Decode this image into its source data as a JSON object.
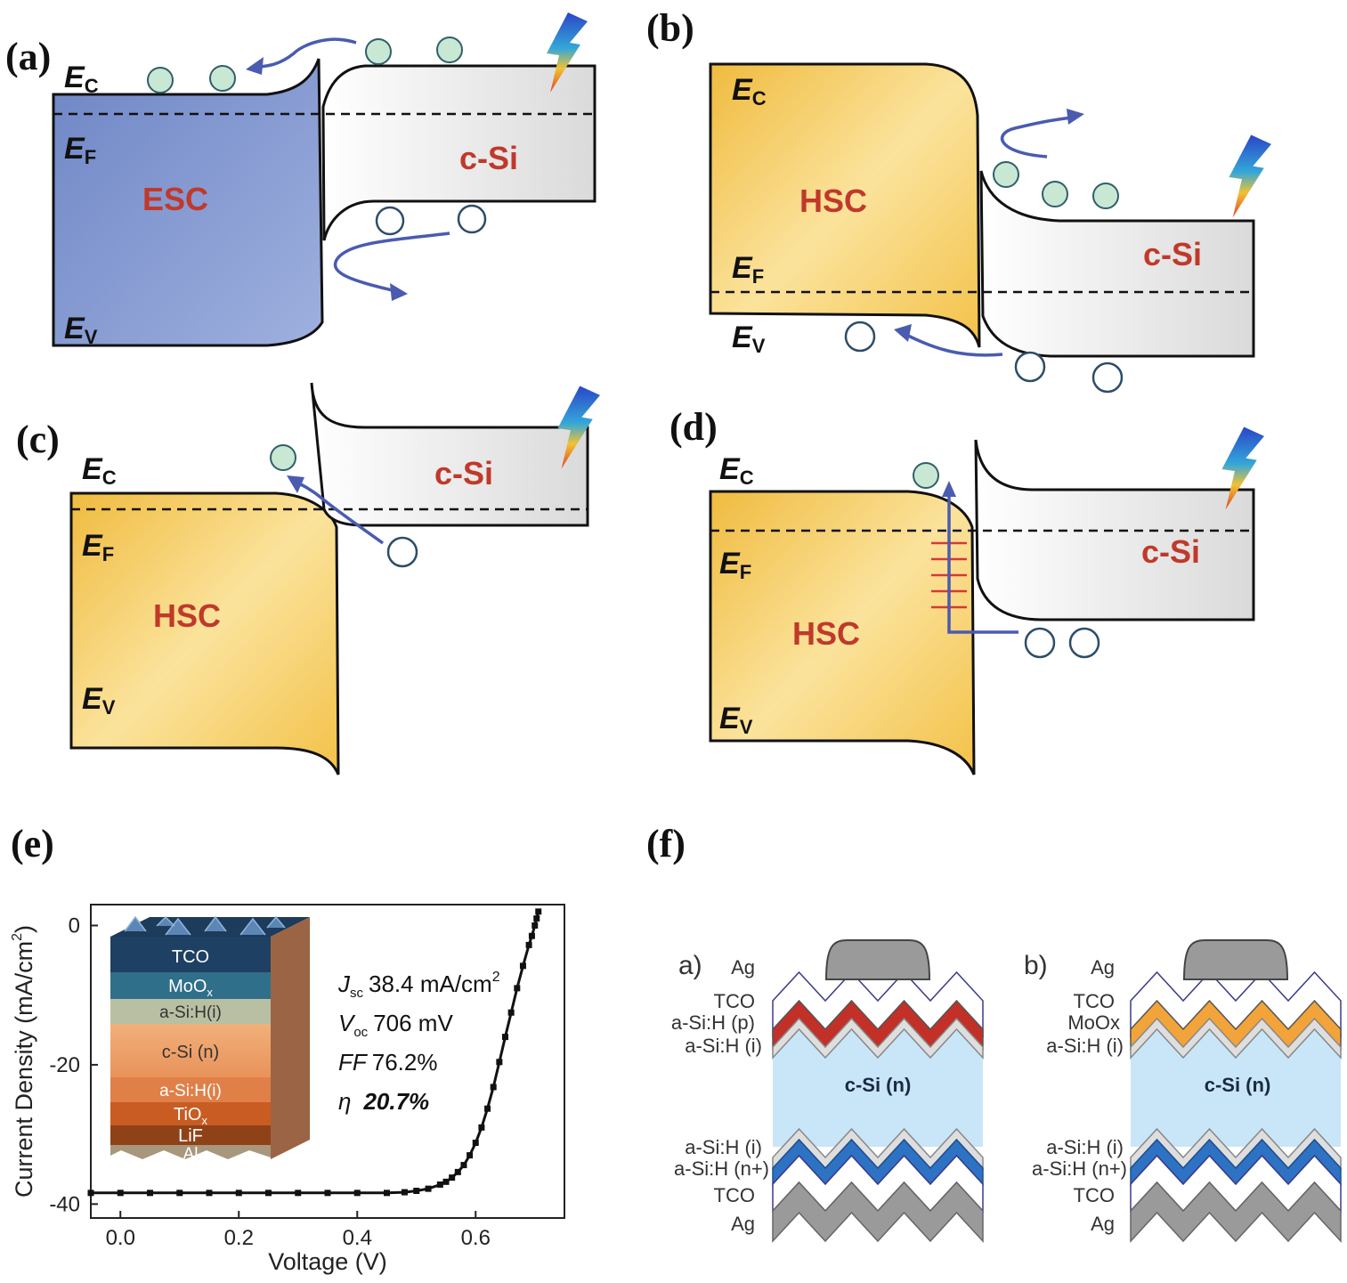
{
  "panels": {
    "a": {
      "label": "(a)",
      "ec": "E",
      "ec_sub": "C",
      "ef": "E",
      "ef_sub": "F",
      "ev": "E",
      "ev_sub": "V",
      "left": "ESC",
      "right": "c-Si"
    },
    "b": {
      "label": "(b)",
      "ec": "E",
      "ec_sub": "C",
      "ef": "E",
      "ef_sub": "F",
      "ev": "E",
      "ev_sub": "V",
      "left": "HSC",
      "right": "c-Si"
    },
    "c": {
      "label": "(c)",
      "ec": "E",
      "ec_sub": "C",
      "ef": "E",
      "ef_sub": "F",
      "ev": "E",
      "ev_sub": "V",
      "left": "HSC",
      "right": "c-Si"
    },
    "d": {
      "label": "(d)",
      "ec": "E",
      "ec_sub": "C",
      "ef": "E",
      "ef_sub": "F",
      "ev": "E",
      "ev_sub": "V",
      "left": "HSC",
      "right": "c-Si"
    },
    "e": {
      "label": "(e)"
    },
    "f": {
      "label": "(f)"
    }
  },
  "colors": {
    "esc_blue": "#7e94cf",
    "hsc_yellow": "#f3c75a",
    "csi_gray": "#e6e6e6",
    "material_red": "#c0392b",
    "arrow_blue": "#4a5bb0",
    "electron_green": "#c9e8d3"
  },
  "panel_e": {
    "stack_layers": [
      "TCO",
      "MoO",
      "a-Si:H(i)",
      "c-Si (n)",
      "a-Si:H(i)",
      "TiO",
      "LiF",
      "Al"
    ],
    "stack_subscripts": {
      "MoO": "x",
      "TiO": "x"
    },
    "metrics": {
      "jsc_sym": "J",
      "jsc_sub": "sc",
      "jsc_val": "38.4 mA/cm",
      "jsc_sup": "2",
      "voc_sym": "V",
      "voc_sub": "oc",
      "voc_val": "706 mV",
      "ff_sym": "FF",
      "ff_val": "76.2%",
      "eta_sym": "η",
      "eta_val": "20.7%"
    }
  },
  "chart_data": {
    "type": "line",
    "xlabel": "Voltage (V)",
    "ylabel": "Current Density (mA/cm",
    "ylabel_sup": "2",
    "ylabel_end": ")",
    "xlim": [
      -0.05,
      0.75
    ],
    "ylim": [
      -42,
      3
    ],
    "x_ticks": [
      0.0,
      0.2,
      0.4,
      0.6
    ],
    "x_tick_labels": [
      "0.0",
      "0.2",
      "0.4",
      "0.6"
    ],
    "y_ticks": [
      0,
      -20,
      -40
    ],
    "y_tick_labels": [
      "0",
      "-20",
      "-40"
    ],
    "marker": "square",
    "series": [
      {
        "x": [
          -0.05,
          0.0,
          0.05,
          0.1,
          0.15,
          0.2,
          0.25,
          0.3,
          0.35,
          0.4,
          0.45,
          0.48,
          0.5,
          0.52,
          0.54,
          0.55,
          0.56,
          0.57,
          0.58,
          0.59,
          0.6,
          0.61,
          0.62,
          0.63,
          0.64,
          0.65,
          0.66,
          0.67,
          0.68,
          0.69,
          0.695,
          0.7,
          0.703,
          0.706
        ],
        "y": [
          -38.4,
          -38.4,
          -38.4,
          -38.4,
          -38.4,
          -38.4,
          -38.4,
          -38.4,
          -38.4,
          -38.4,
          -38.4,
          -38.3,
          -38.1,
          -37.8,
          -37.2,
          -36.8,
          -36.2,
          -35.4,
          -34.4,
          -33.0,
          -31.2,
          -29.0,
          -26.3,
          -23.2,
          -19.6,
          -16.0,
          -12.5,
          -9.0,
          -5.8,
          -2.8,
          -1.5,
          0.0,
          1.0,
          2.0
        ]
      }
    ]
  },
  "panel_f": {
    "a": {
      "label": "a)",
      "layers_top": [
        "Ag",
        "TCO",
        "a-Si:H (p)",
        "a-Si:H (i)"
      ],
      "center": "c-Si (n)",
      "layers_bottom": [
        "a-Si:H (i)",
        "a-Si:H (n+)",
        "TCO",
        "Ag"
      ],
      "p_color": "#c23028"
    },
    "b": {
      "label": "b)",
      "layers_top": [
        "Ag",
        "TCO",
        "MoOx",
        "a-Si:H (i)"
      ],
      "center": "c-Si (n)",
      "layers_bottom": [
        "a-Si:H (i)",
        "a-Si:H (n+)",
        "TCO",
        "Ag"
      ],
      "p_color": "#f2a43a"
    }
  }
}
